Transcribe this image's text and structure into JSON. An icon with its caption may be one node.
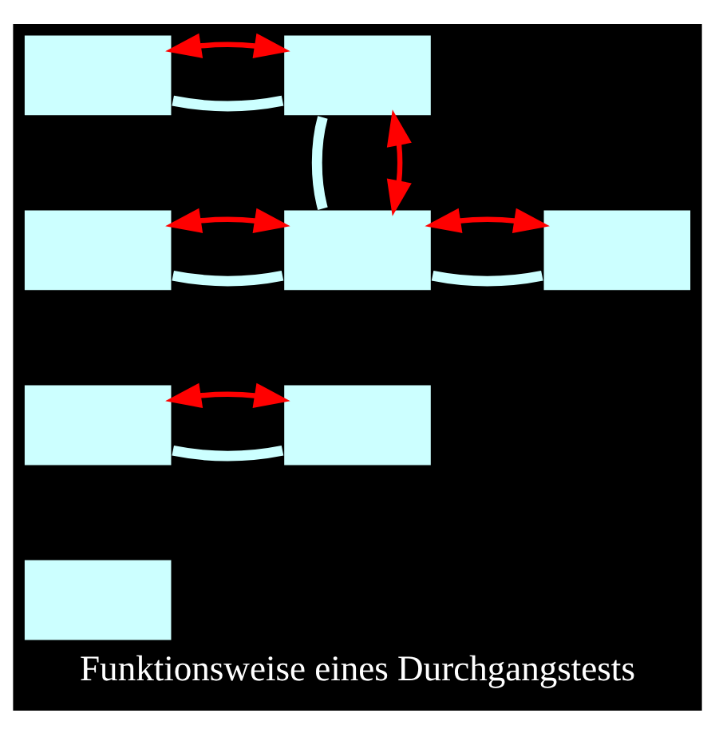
{
  "diagram": {
    "caption": "Funktionsweise eines Durchgangstests",
    "nodes": [
      {
        "text": [],
        "shape": "box"
      },
      {
        "text": [],
        "shape": "box"
      },
      {
        "text": [],
        "shape": "box"
      },
      {
        "text": [],
        "shape": "box"
      },
      {
        "text": [],
        "shape": "box"
      },
      {
        "text": [],
        "shape": "box"
      },
      {
        "text": [],
        "shape": "box"
      },
      {
        "text": [],
        "shape": "box"
      }
    ],
    "edges": [
      {
        "from": 0,
        "to": 1,
        "arrow": "none",
        "style": "thick",
        "color": "#ccffff"
      },
      {
        "from": 1,
        "to": 3,
        "arrow": "none",
        "style": "thick",
        "color": "#ccffff"
      },
      {
        "from": 2,
        "to": 3,
        "arrow": "none",
        "style": "thick",
        "color": "#ccffff"
      },
      {
        "from": 3,
        "to": 4,
        "arrow": "none",
        "style": "thick",
        "color": "#ccffff"
      },
      {
        "from": 5,
        "to": 6,
        "arrow": "none",
        "style": "thick",
        "color": "#ccffff"
      },
      {
        "from": 0,
        "to": 1,
        "arrow": "both",
        "color": "#ff0000"
      },
      {
        "from": 1,
        "to": 3,
        "arrow": "both",
        "color": "#ff0000"
      },
      {
        "from": 2,
        "to": 3,
        "arrow": "both",
        "color": "#ff0000"
      },
      {
        "from": 3,
        "to": 4,
        "arrow": "both",
        "color": "#ff0000"
      },
      {
        "from": 5,
        "to": 6,
        "arrow": "both",
        "color": "#ff0000"
      }
    ]
  }
}
